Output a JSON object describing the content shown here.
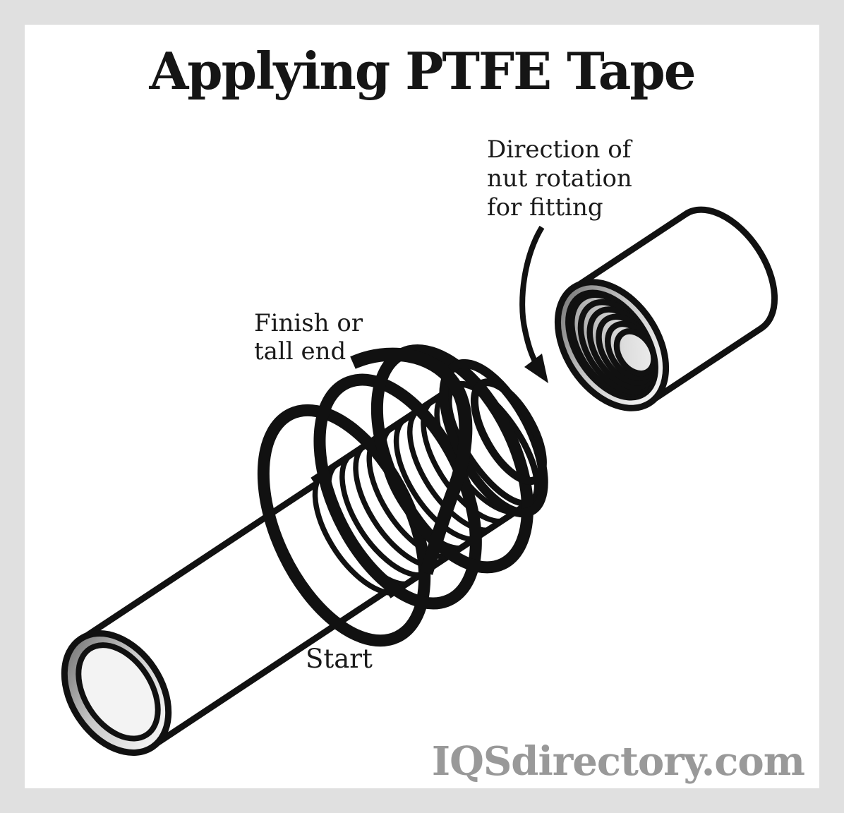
{
  "diagram": {
    "title": "Applying PTFE Tape",
    "labels": {
      "nut_rotation": [
        "Direction of",
        "nut rotation",
        "for fitting"
      ],
      "finish": [
        "Finish or",
        "tall end"
      ],
      "start": "Start"
    },
    "watermark": "IQSdirectory.com",
    "colors": {
      "ink": "#111111",
      "frame": "#e0e0e0",
      "paper": "#ffffff",
      "watermark_gray": "#999999",
      "metal_dark": "#6b6b6b",
      "metal_light": "#f3f3f3"
    }
  }
}
